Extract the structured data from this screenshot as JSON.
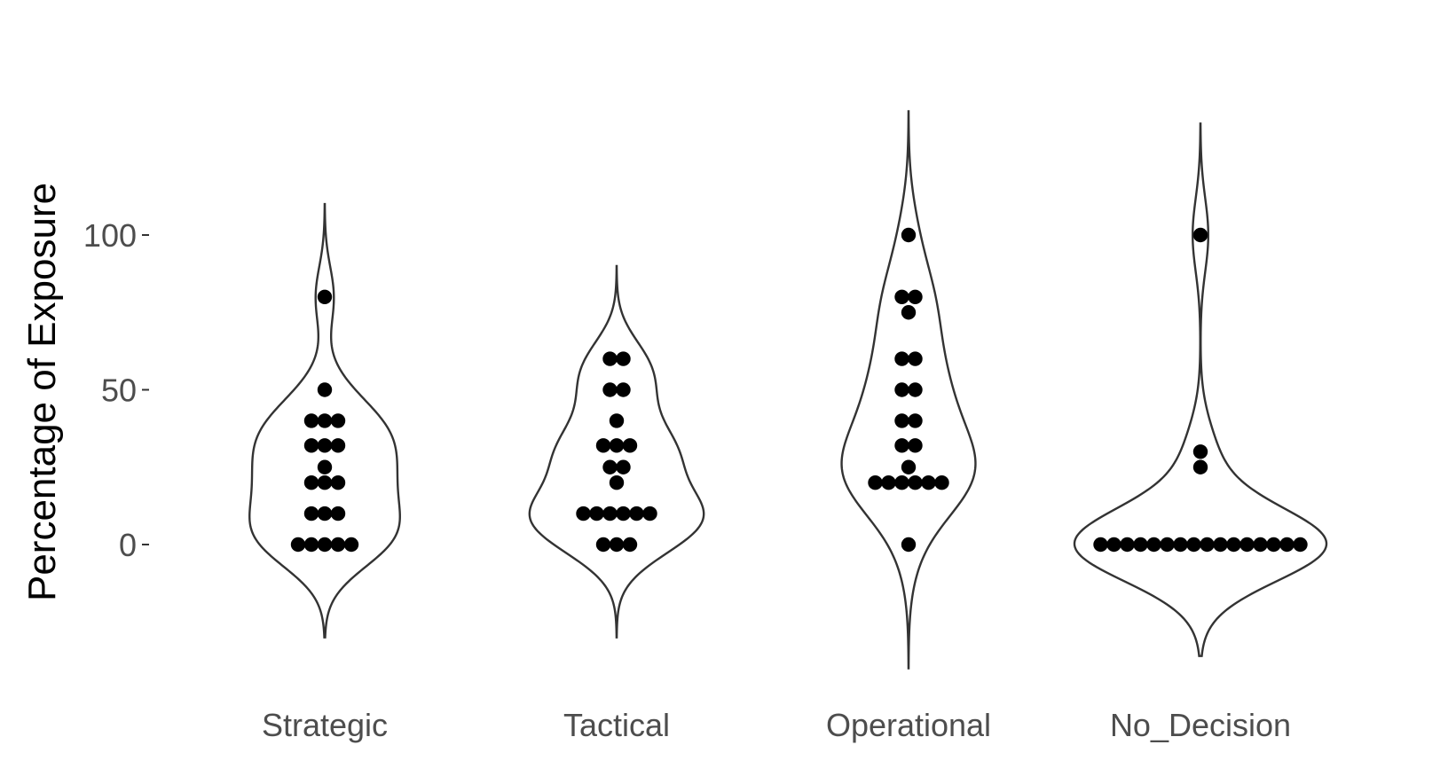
{
  "chart_data": {
    "type": "violin",
    "title": "",
    "xlabel": "",
    "ylabel": "Percentage of Exposure",
    "categories": [
      "Strategic",
      "Tactical",
      "Operational",
      "No_Decision"
    ],
    "y_ticks": [
      0,
      50,
      100
    ],
    "ylim": [
      -40,
      140
    ],
    "grid": false,
    "legend": "none",
    "colors": {
      "outline": "#333333",
      "points": "#000000",
      "tick_text": "#4d4d4d"
    },
    "violin_range": {
      "Strategic": [
        -30,
        110
      ],
      "Tactical": [
        -30,
        90
      ],
      "Operational": [
        -40,
        140
      ],
      "No_Decision": [
        -36,
        136
      ]
    },
    "series": [
      {
        "category": "Strategic",
        "values": [
          0,
          0,
          0,
          0,
          0,
          10,
          10,
          10,
          20,
          20,
          20,
          25,
          32,
          32,
          32,
          40,
          40,
          40,
          50,
          80
        ]
      },
      {
        "category": "Tactical",
        "values": [
          0,
          0,
          0,
          10,
          10,
          10,
          10,
          10,
          10,
          20,
          25,
          25,
          32,
          32,
          32,
          40,
          50,
          50,
          60,
          60
        ]
      },
      {
        "category": "Operational",
        "values": [
          0,
          20,
          20,
          20,
          20,
          20,
          20,
          25,
          32,
          32,
          40,
          40,
          50,
          50,
          60,
          60,
          75,
          80,
          80,
          100
        ]
      },
      {
        "category": "No_Decision",
        "values": [
          0,
          0,
          0,
          0,
          0,
          0,
          0,
          0,
          0,
          0,
          0,
          0,
          0,
          0,
          0,
          0,
          25,
          30,
          100
        ]
      }
    ]
  }
}
